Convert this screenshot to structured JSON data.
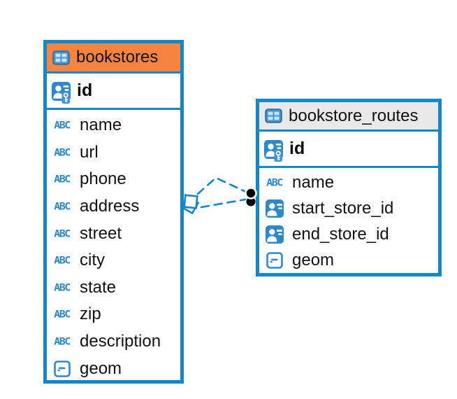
{
  "diagram": {
    "background": "#ffffff",
    "border_color": "#1287c9",
    "icon_blue": "#2e88cc"
  },
  "icons": {
    "text_label": "ABC"
  },
  "tables": [
    {
      "name": "bookstores",
      "header_color": "#f6833e",
      "columns": [
        {
          "name": "id",
          "type": "primary-key"
        },
        {
          "name": "name",
          "type": "text"
        },
        {
          "name": "url",
          "type": "text"
        },
        {
          "name": "phone",
          "type": "text"
        },
        {
          "name": "address",
          "type": "text"
        },
        {
          "name": "street",
          "type": "text"
        },
        {
          "name": "city",
          "type": "text"
        },
        {
          "name": "state",
          "type": "text"
        },
        {
          "name": "zip",
          "type": "text"
        },
        {
          "name": "description",
          "type": "text"
        },
        {
          "name": "geom",
          "type": "geometry"
        }
      ]
    },
    {
      "name": "bookstore_routes",
      "header_color": "#e9e9e9",
      "columns": [
        {
          "name": "id",
          "type": "primary-key"
        },
        {
          "name": "name",
          "type": "text"
        },
        {
          "name": "start_store_id",
          "type": "foreign-key"
        },
        {
          "name": "end_store_id",
          "type": "foreign-key"
        },
        {
          "name": "geom",
          "type": "geometry"
        }
      ]
    }
  ],
  "relationship": {
    "from_table": "bookstores",
    "to_table": "bookstore_routes",
    "line_style": "dashed",
    "line_color": "#1287c9"
  }
}
